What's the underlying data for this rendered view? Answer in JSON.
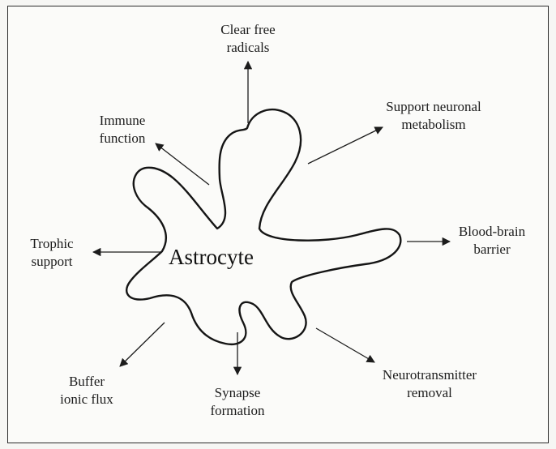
{
  "center": "Astrocyte",
  "functions": {
    "clear_free_radicals": "Clear free\nradicals",
    "support_neuronal_metabolism": "Support neuronal\nmetabolism",
    "immune_function": "Immune\nfunction",
    "blood_brain_barrier": "Blood-brain\nbarrier",
    "trophic_support": "Trophic\nsupport",
    "buffer_ionic_flux": "Buffer\nionic flux",
    "synapse_formation": "Synapse\nformation",
    "neurotransmitter_removal": "Neurotransmitter\nremoval"
  }
}
